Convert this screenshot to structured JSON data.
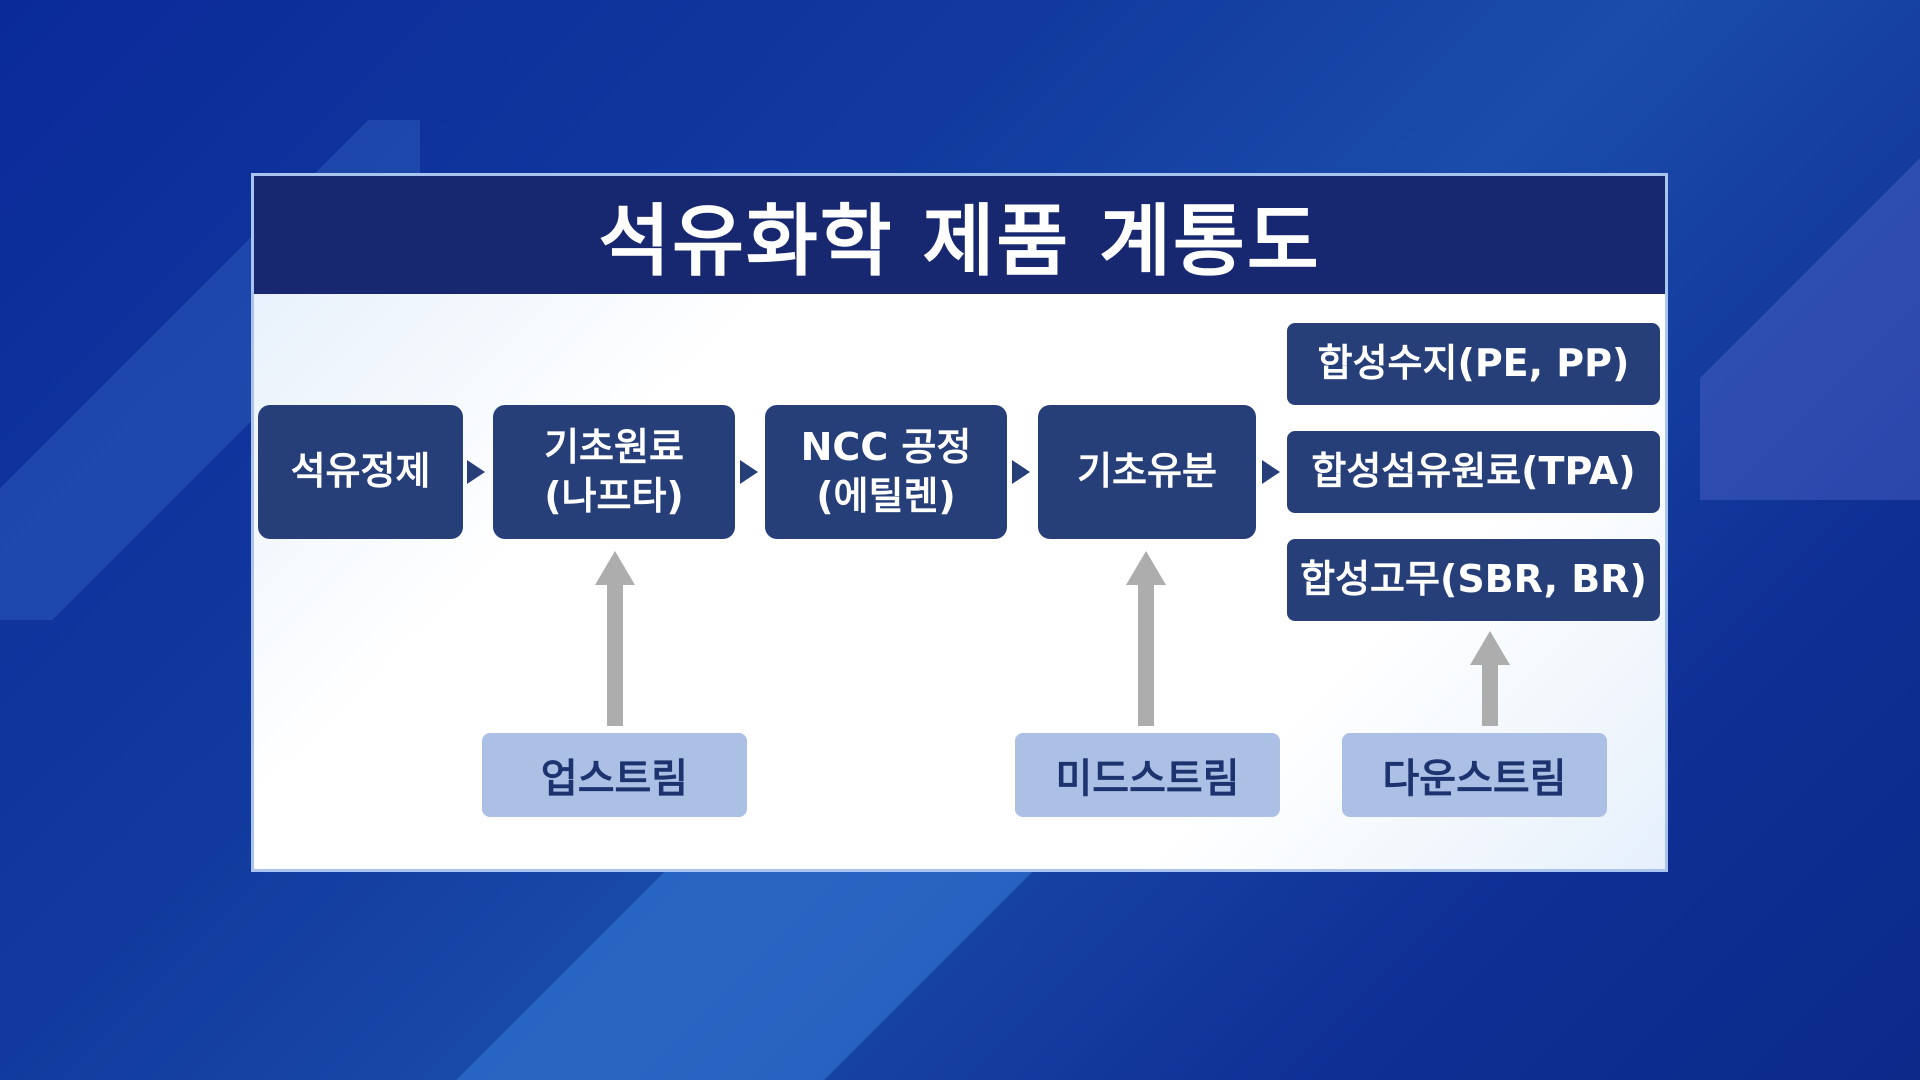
{
  "title": "석유화학 제품 계통도",
  "flow": [
    {
      "line1": "석유정제",
      "line2": ""
    },
    {
      "line1": "기초원료",
      "line2": "(나프타)"
    },
    {
      "line1": "NCC 공정",
      "line2": "(에틸렌)"
    },
    {
      "line1": "기초유분",
      "line2": ""
    }
  ],
  "products": [
    "합성수지(PE, PP)",
    "합성섬유원료(TPA)",
    "합성고무(SBR, BR)"
  ],
  "streams": [
    "업스트림",
    "미드스트림",
    "다운스트림"
  ]
}
